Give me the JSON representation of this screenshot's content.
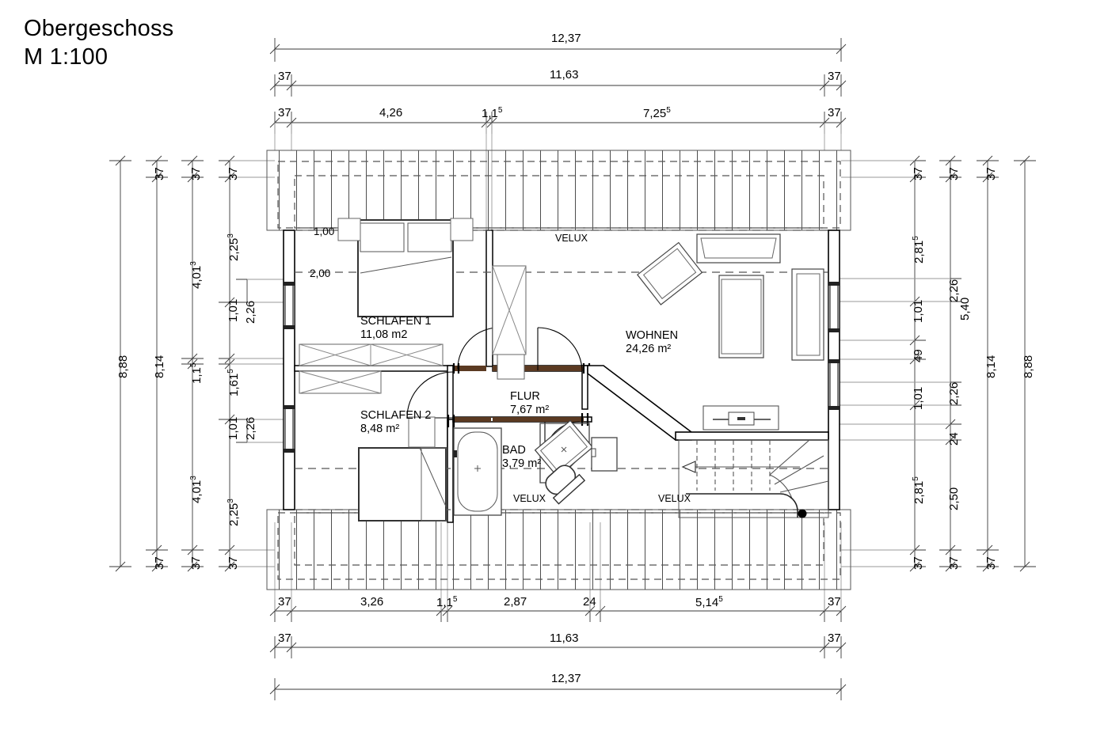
{
  "drawing": {
    "title_line1": "Obergeschoss",
    "title_line2": "M 1:100",
    "title": "Obergeschoss\nM 1:100",
    "scale": "M 1:100",
    "floor_name": "Obergeschoss",
    "type": "architectural-floor-plan",
    "units": "meters (comma decimal, superscript = half-centimeter)"
  },
  "rooms": [
    {
      "name": "SCHLAFEN 1",
      "area": "11,08 m2"
    },
    {
      "name": "SCHLAFEN 2",
      "area": "8,48 m²"
    },
    {
      "name": "FLUR",
      "area": "7,67 m²"
    },
    {
      "name": "BAD",
      "area": "3,79 m²"
    },
    {
      "name": "WOHNEN",
      "area": "24,26 m²"
    }
  ],
  "annotations": {
    "velux_1": "VELUX",
    "velux_2": "VELUX",
    "velux_3": "VELUX",
    "knee_height_1": "1,00",
    "knee_height_2": "2,00"
  },
  "dimensions": {
    "top": {
      "chain_1": [
        "12,37"
      ],
      "chain_2": [
        "37",
        "11,63",
        "37"
      ],
      "chain_3": [
        "37",
        "4,26",
        "1,1⁵",
        "7,25⁵",
        "37"
      ]
    },
    "bottom": {
      "chain_1": [
        "37",
        "3,26",
        "1,1⁵",
        "2,87",
        "24",
        "5,14⁵",
        "37"
      ],
      "chain_2": [
        "37",
        "11,63",
        "37"
      ],
      "chain_3": [
        "12,37"
      ]
    },
    "left": {
      "chain_1": [
        "8,88"
      ],
      "chain_2": [
        "37",
        "8,14",
        "37"
      ],
      "chain_3": [
        "37",
        "4,01³",
        "1,1⁵",
        "4,01³",
        "37"
      ],
      "chain_4": [
        "37",
        "2,25³",
        "1,01",
        "1,61⁵",
        "1,01",
        "2,25³",
        "37"
      ],
      "chain_4_secondary": [
        "2,26",
        "2,26"
      ]
    },
    "right": {
      "chain_1": [
        "37",
        "2,81⁵",
        "1,01",
        "49",
        "1,01",
        "2,81⁵",
        "37"
      ],
      "chain_1_secondary": [
        "2,26",
        "2,26"
      ],
      "chain_2": [
        "37",
        "5,40",
        "24",
        "2,50",
        "37"
      ],
      "chain_3": [
        "37",
        "8,14",
        "37"
      ],
      "chain_4": [
        "8,88"
      ]
    }
  },
  "labels": {
    "t_12_37": "12,37",
    "t_11_63": "11,63",
    "t37a": "37",
    "t37b": "37",
    "t37c": "37",
    "t37d": "37",
    "t37e": "37",
    "t37f": "37",
    "t_4_26": "4,26",
    "t_115": "1,1",
    "t_115s": "5",
    "t_7255": "7,25",
    "t_7255s": "5",
    "b37a": "37",
    "b37b": "37",
    "b37c": "37",
    "b37d": "37",
    "b37e": "37",
    "b37f": "37",
    "b_3_26": "3,26",
    "b_115": "1,1",
    "b_115s": "5",
    "b_2_87": "2,87",
    "b_24": "24",
    "b_5145": "5,14",
    "b_5145s": "5",
    "b_11_63": "11,63",
    "b_12_37": "12,37",
    "l_8_88": "8,88",
    "l_8_14": "8,14",
    "l37a": "37",
    "l37b": "37",
    "l37c": "37",
    "l37d": "37",
    "l37e": "37",
    "l37f": "37",
    "l_401a": "4,01",
    "l_401as": "3",
    "l_401b": "4,01",
    "l_401bs": "3",
    "l_115": "1,1",
    "l_115s": "5",
    "l_2253a": "2,25",
    "l_2253as": "3",
    "l_2253b": "2,25",
    "l_2253bs": "3",
    "l_101a": "1,01",
    "l_101b": "1,01",
    "l_226a": "2,26",
    "l_226b": "2,26",
    "l_1615": "1,61",
    "l_1615s": "5",
    "r37a": "37",
    "r37b": "37",
    "r37c": "37",
    "r37d": "37",
    "r37e": "37",
    "r37f": "37",
    "r_2815a": "2,81",
    "r_2815as": "5",
    "r_2815b": "2,81",
    "r_2815bs": "5",
    "r_101a": "1,01",
    "r_101b": "1,01",
    "r_49": "49",
    "r_226a": "2,26",
    "r_226b": "2,26",
    "r_540": "5,40",
    "r_24": "24",
    "r_250": "2,50",
    "r_8_14": "8,14",
    "r_8_88": "8,88"
  }
}
